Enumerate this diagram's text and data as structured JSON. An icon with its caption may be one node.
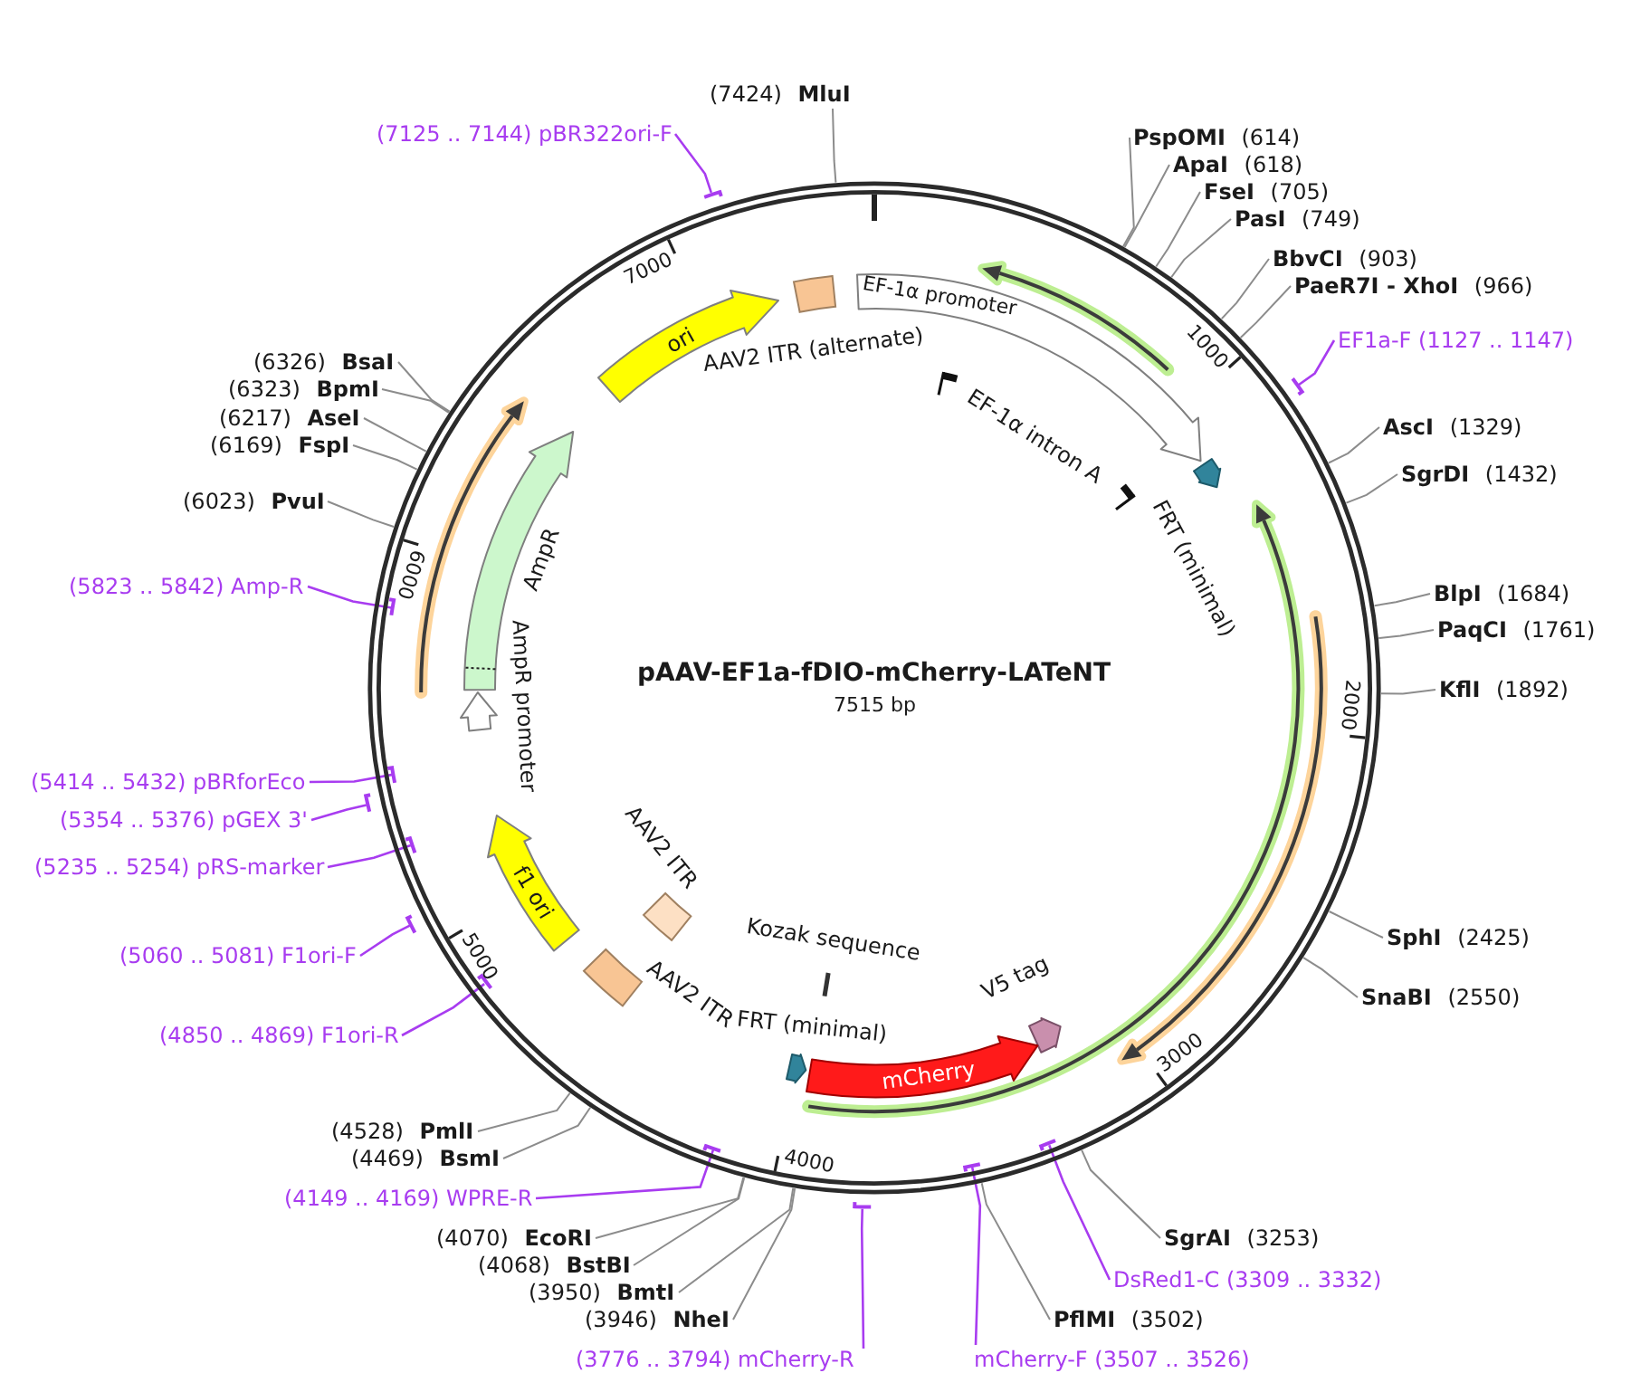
{
  "diagram": {
    "title": "pAAV-EF1a-fDIO-mCherry-LATeNT",
    "nodes": [
      {
        "text": [],
        "shape": "circle"
      },
      {
        "text": [
          "AAV2 ITR (alternate)"
        ],
        "in": 0
      },
      {
        "text": [
          "EF-1α promoter"
        ],
        "in": 0
      },
      {
        "text": [
          "ori"
        ],
        "in": 0
      },
      {
        "text": [
          "EF-1α intron A"
        ],
        "in": 0
      },
      {
        "text": [
          "AmpR"
        ],
        "in": 0
      },
      {
        "text": [
          "FRT (minimal)"
        ],
        "in": 0
      },
      {
        "text": [
          "AmpR promoter"
        ],
        "in": 0
      },
      {
        "text": [
          "f1 ori"
        ],
        "in": 0
      },
      {
        "text": [
          "AAV2 ITR"
        ],
        "in": 0
      },
      {
        "text": [
          "AAV2 ITR"
        ],
        "in": 0
      },
      {
        "text": [
          "Kozak sequence"
        ],
        "in": 0
      },
      {
        "text": [
          "V5 tag"
        ],
        "in": 0
      },
      {
        "text": [
          "FRT (minimal)"
        ],
        "in": 0
      },
      {
        "text": [
          "mCherry"
        ],
        "in": 0
      },
      {
        "text": [
          "(7424) **MluI**"
        ]
      },
      {
        "text": [
          "(7125 .. 7144) pBR322ori-F"
        ]
      },
      {
        "text": [],
        "shape": "bar"
      },
      {
        "text": [
          "**PspOMI** (614)"
        ]
      },
      {
        "text": [
          "**ApaI** (618)"
        ]
      },
      {
        "text": [
          "**FseI** (705)"
        ]
      },
      {
        "text": [
          "**PasI** (749)"
        ]
      },
      {
        "text": [
          "**BbvCI** (903)"
        ]
      },
      {
        "text": [
          "**PaeR7I - XhoI** (966)"
        ]
      },
      {
        "text": [
          "EF1a-F (1127 .. 1147)"
        ]
      },
      {
        "text": [],
        "shape": "bar"
      },
      {
        "text": [
          "(6326) **BsaI**"
        ]
      },
      {
        "text": [
          "(6323) **BpmI**"
        ]
      },
      {
        "text": [
          "(6217) **AseI**"
        ]
      },
      {
        "text": [
          "**AscI** (1329)"
        ]
      },
      {
        "text": [
          "(6169) **FspI**"
        ]
      },
      {
        "text": [
          "**SgrDI** (1432)"
        ]
      },
      {
        "text": [
          "(6023) **PvuI**"
        ]
      },
      {
        "text": [
          "(5823 .. 5842) Amp-R"
        ]
      },
      {
        "text": [],
        "shape": "bar",
        "in": 0
      },
      {
        "text": [
          "**BlpI** (1684)"
        ]
      },
      {
        "text": [
          "**PaqCI** (1761)"
        ]
      },
      {
        "text": [
          "**KflI** (1892)"
        ]
      },
      {
        "text": [
          "(5414 .. 5432) pBRforEco"
        ]
      },
      {
        "text": [],
        "shape": "bar",
        "in": 0
      },
      {
        "text": [
          "(5354 .. 5376) pGEX 3'"
        ]
      },
      {
        "text": [],
        "shape": "bar"
      },
      {
        "text": [
          "(5235 .. 5254) pRS-marker"
        ]
      },
      {
        "text": [],
        "shape": "bar",
        "in": 0
      },
      {
        "text": [
          "**SphI** (2425)"
        ]
      },
      {
        "text": [
          "(5060 .. 5081) F1ori-F"
        ]
      },
      {
        "text": [],
        "shape": "bar"
      },
      {
        "text": [
          "**SnaBI** (2550)"
        ]
      },
      {
        "text": [
          "(4850 .. 4869) F1ori-R"
        ]
      },
      {
        "text": [],
        "shape": "bar",
        "in": 0
      },
      {
        "text": [
          "(4528) **PmlI**"
        ]
      },
      {
        "text": [
          "(4469) **BsmI**"
        ]
      },
      {
        "text": [
          "(4149 .. 4169) WPRE-R"
        ]
      },
      {
        "text": [],
        "shape": "bar",
        "in": 0
      },
      {
        "text": [
          "(4070) **EcoRI**"
        ]
      },
      {
        "text": [
          "**SgrAI** (3253)"
        ]
      },
      {
        "text": [
          "(4068) **BstBI**"
        ]
      },
      {
        "text": [
          "DsRed1-C (3309 .. 3332)"
        ]
      },
      {
        "text": [],
        "shape": "bar",
        "in": 0
      },
      {
        "text": [
          "(3950) **BmtI**"
        ]
      },
      {
        "text": [
          "(3946) **NheI**"
        ]
      },
      {
        "text": [
          "**PflMI** (3502)"
        ]
      },
      {
        "text": [
          "(3776 .. 3794) mCherry-R"
        ]
      },
      {
        "text": [],
        "shape": "bar"
      },
      {
        "text": [
          "mCherry-F (3507 .. 3526)"
        ]
      },
      {
        "text": [],
        "shape": "bar",
        "in": 0
      }
    ],
    "edges": [
      {
        "from": 15,
        "to": 0,
        "arrow": "none"
      },
      {
        "from": 16,
        "to": 17,
        "arrow": "none",
        "color": "#a83cf0"
      },
      {
        "from": 18,
        "to": 0,
        "arrow": "none"
      },
      {
        "from": 19,
        "to": 0,
        "arrow": "none"
      },
      {
        "from": 20,
        "to": 0,
        "arrow": "none"
      },
      {
        "from": 21,
        "to": 0,
        "arrow": "none"
      },
      {
        "from": 22,
        "to": 0,
        "arrow": "none"
      },
      {
        "from": 23,
        "to": 0,
        "arrow": "none"
      },
      {
        "from": 24,
        "to": 25,
        "arrow": "none",
        "color": "#a83cf0"
      },
      {
        "from": 26,
        "to": 0,
        "arrow": "none"
      },
      {
        "from": 27,
        "to": 0,
        "arrow": "none"
      },
      {
        "from": 28,
        "to": 0,
        "arrow": "none"
      },
      {
        "from": 29,
        "to": 0,
        "arrow": "none"
      },
      {
        "from": 30,
        "to": 0,
        "arrow": "none"
      },
      {
        "from": 31,
        "to": 0,
        "arrow": "none"
      },
      {
        "from": 32,
        "to": 0,
        "arrow": "none"
      },
      {
        "from": 33,
        "to": 34,
        "arrow": "none",
        "color": "#a83cf0"
      },
      {
        "from": 35,
        "to": 0,
        "arrow": "none"
      },
      {
        "from": 36,
        "to": 0,
        "arrow": "none"
      },
      {
        "from": 37,
        "to": 0,
        "arrow": "none"
      },
      {
        "from": 38,
        "to": 39,
        "arrow": "none",
        "color": "#a83cf0"
      },
      {
        "from": 40,
        "to": 41,
        "arrow": "none",
        "color": "#a83cf0"
      },
      {
        "from": 42,
        "to": 43,
        "arrow": "none",
        "color": "#a83cf0"
      },
      {
        "from": 44,
        "to": 0,
        "arrow": "none"
      },
      {
        "from": 45,
        "to": 46,
        "arrow": "none",
        "color": "#a83cf0"
      },
      {
        "from": 47,
        "to": 0,
        "arrow": "none"
      },
      {
        "from": 48,
        "to": 49,
        "arrow": "none",
        "color": "#a83cf0"
      },
      {
        "from": 50,
        "to": 0,
        "arrow": "none"
      },
      {
        "from": 51,
        "to": 0,
        "arrow": "none"
      },
      {
        "from": 52,
        "to": 53,
        "arrow": "none",
        "color": "#a83cf0"
      },
      {
        "from": 54,
        "to": 0,
        "arrow": "none"
      },
      {
        "from": 55,
        "to": 0,
        "arrow": "none"
      },
      {
        "from": 56,
        "to": 0,
        "arrow": "none"
      },
      {
        "from": 57,
        "to": 58,
        "arrow": "none",
        "color": "#a83cf0"
      },
      {
        "from": 59,
        "to": 0,
        "arrow": "none"
      },
      {
        "from": 60,
        "to": 0,
        "arrow": "none"
      },
      {
        "from": 61,
        "to": 0,
        "arrow": "none"
      },
      {
        "from": 62,
        "to": 63,
        "arrow": "none",
        "color": "#a83cf0"
      },
      {
        "from": 64,
        "to": 65,
        "arrow": "none",
        "color": "#a83cf0"
      }
    ],
    "labels": [
      "7000",
      "1000",
      "6000",
      "7515 bp",
      "2000",
      "5000",
      "3000",
      "4000"
    ]
  }
}
